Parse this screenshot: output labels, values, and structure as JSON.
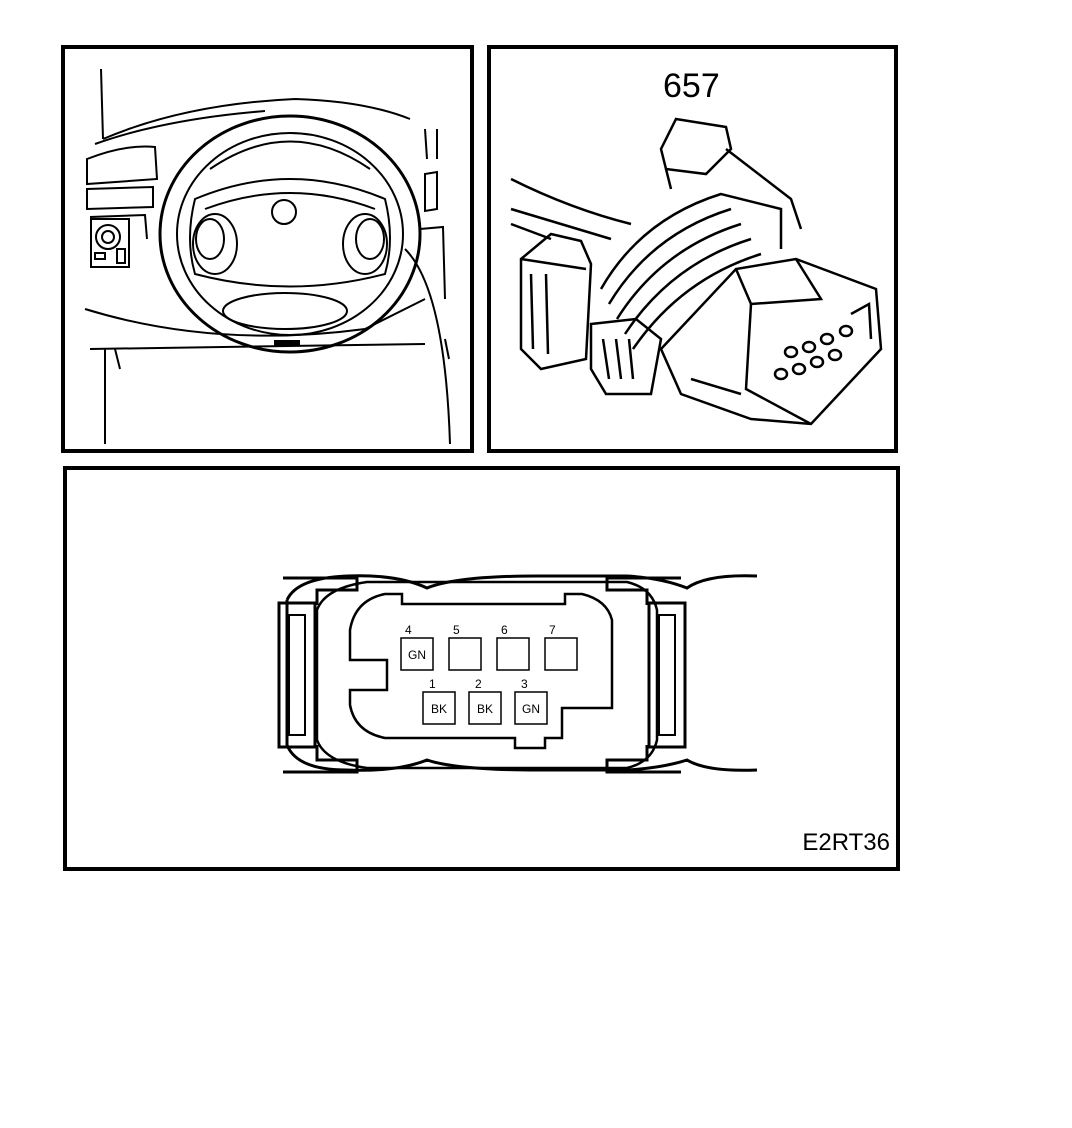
{
  "component_callout": "657",
  "figure_code": "E2RT36",
  "pins": [
    {
      "number": "4",
      "color": "GN",
      "row": "top",
      "slot": 0
    },
    {
      "number": "5",
      "color": "",
      "row": "top",
      "slot": 1
    },
    {
      "number": "6",
      "color": "",
      "row": "top",
      "slot": 2
    },
    {
      "number": "7",
      "color": "",
      "row": "top",
      "slot": 3
    },
    {
      "number": "1",
      "color": "BK",
      "row": "bottom",
      "slot": 0
    },
    {
      "number": "2",
      "color": "BK",
      "row": "bottom",
      "slot": 1
    },
    {
      "number": "3",
      "color": "GN",
      "row": "bottom",
      "slot": 2
    }
  ]
}
